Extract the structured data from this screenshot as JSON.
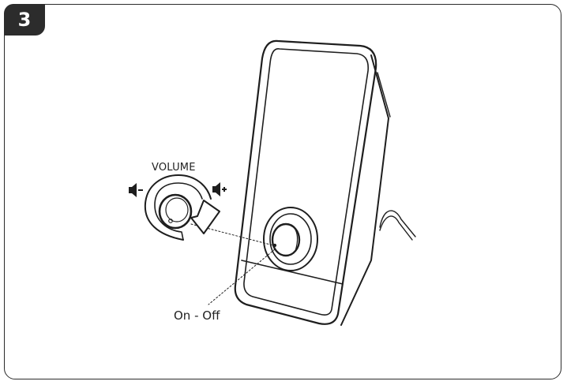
{
  "step": {
    "number": "3"
  },
  "labels": {
    "volume": "VOLUME",
    "power": "On - Off"
  },
  "icons": {
    "volume_down": "speaker-minus-icon",
    "volume_up": "speaker-plus-icon",
    "rotate": "clockwise-arrow-icon"
  }
}
